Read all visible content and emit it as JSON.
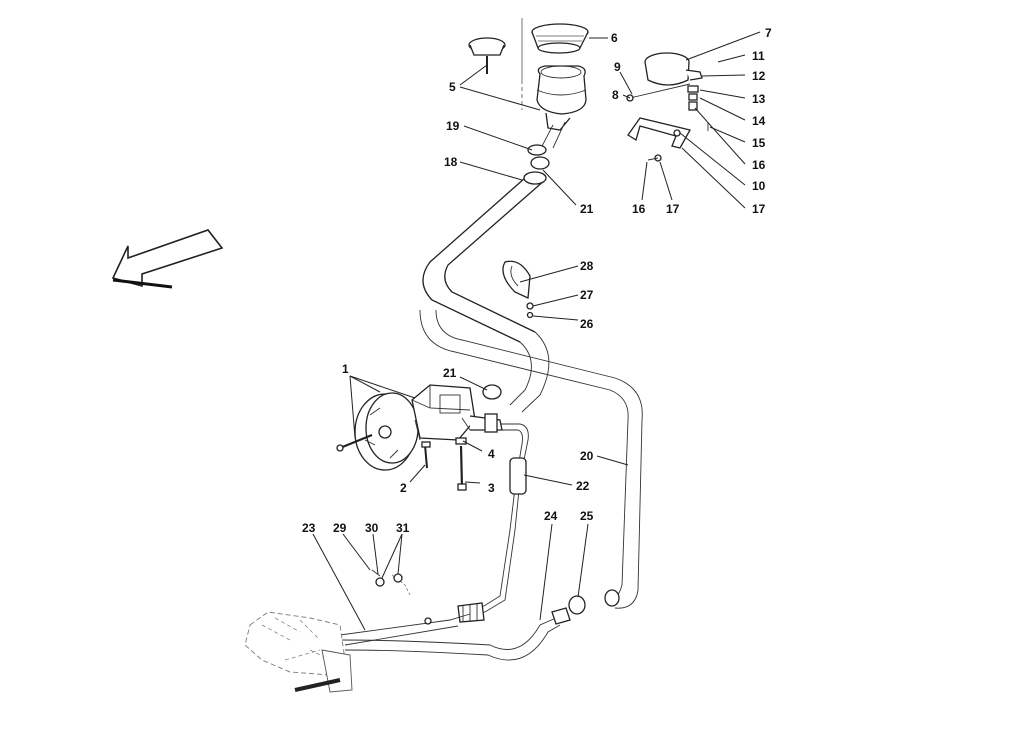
{
  "labels": [
    {
      "id": "1",
      "text": "1"
    },
    {
      "id": "2",
      "text": "2"
    },
    {
      "id": "3",
      "text": "3"
    },
    {
      "id": "4",
      "text": "4"
    },
    {
      "id": "5",
      "text": "5"
    },
    {
      "id": "6",
      "text": "6"
    },
    {
      "id": "7",
      "text": "7"
    },
    {
      "id": "8",
      "text": "8"
    },
    {
      "id": "9",
      "text": "9"
    },
    {
      "id": "10",
      "text": "10"
    },
    {
      "id": "11",
      "text": "11"
    },
    {
      "id": "12",
      "text": "12"
    },
    {
      "id": "13",
      "text": "13"
    },
    {
      "id": "14",
      "text": "14"
    },
    {
      "id": "15",
      "text": "15"
    },
    {
      "id": "16a",
      "text": "16"
    },
    {
      "id": "16b",
      "text": "16"
    },
    {
      "id": "17a",
      "text": "17"
    },
    {
      "id": "17b",
      "text": "17"
    },
    {
      "id": "18",
      "text": "18"
    },
    {
      "id": "19",
      "text": "19"
    },
    {
      "id": "20",
      "text": "20"
    },
    {
      "id": "21a",
      "text": "21"
    },
    {
      "id": "21b",
      "text": "21"
    },
    {
      "id": "22",
      "text": "22"
    },
    {
      "id": "23",
      "text": "23"
    },
    {
      "id": "24",
      "text": "24"
    },
    {
      "id": "25",
      "text": "25"
    },
    {
      "id": "26",
      "text": "26"
    },
    {
      "id": "27",
      "text": "27"
    },
    {
      "id": "28",
      "text": "28"
    },
    {
      "id": "29",
      "text": "29"
    },
    {
      "id": "30",
      "text": "30"
    },
    {
      "id": "31",
      "text": "31"
    }
  ],
  "icons": {
    "direction": "front-direction-arrow-icon"
  }
}
